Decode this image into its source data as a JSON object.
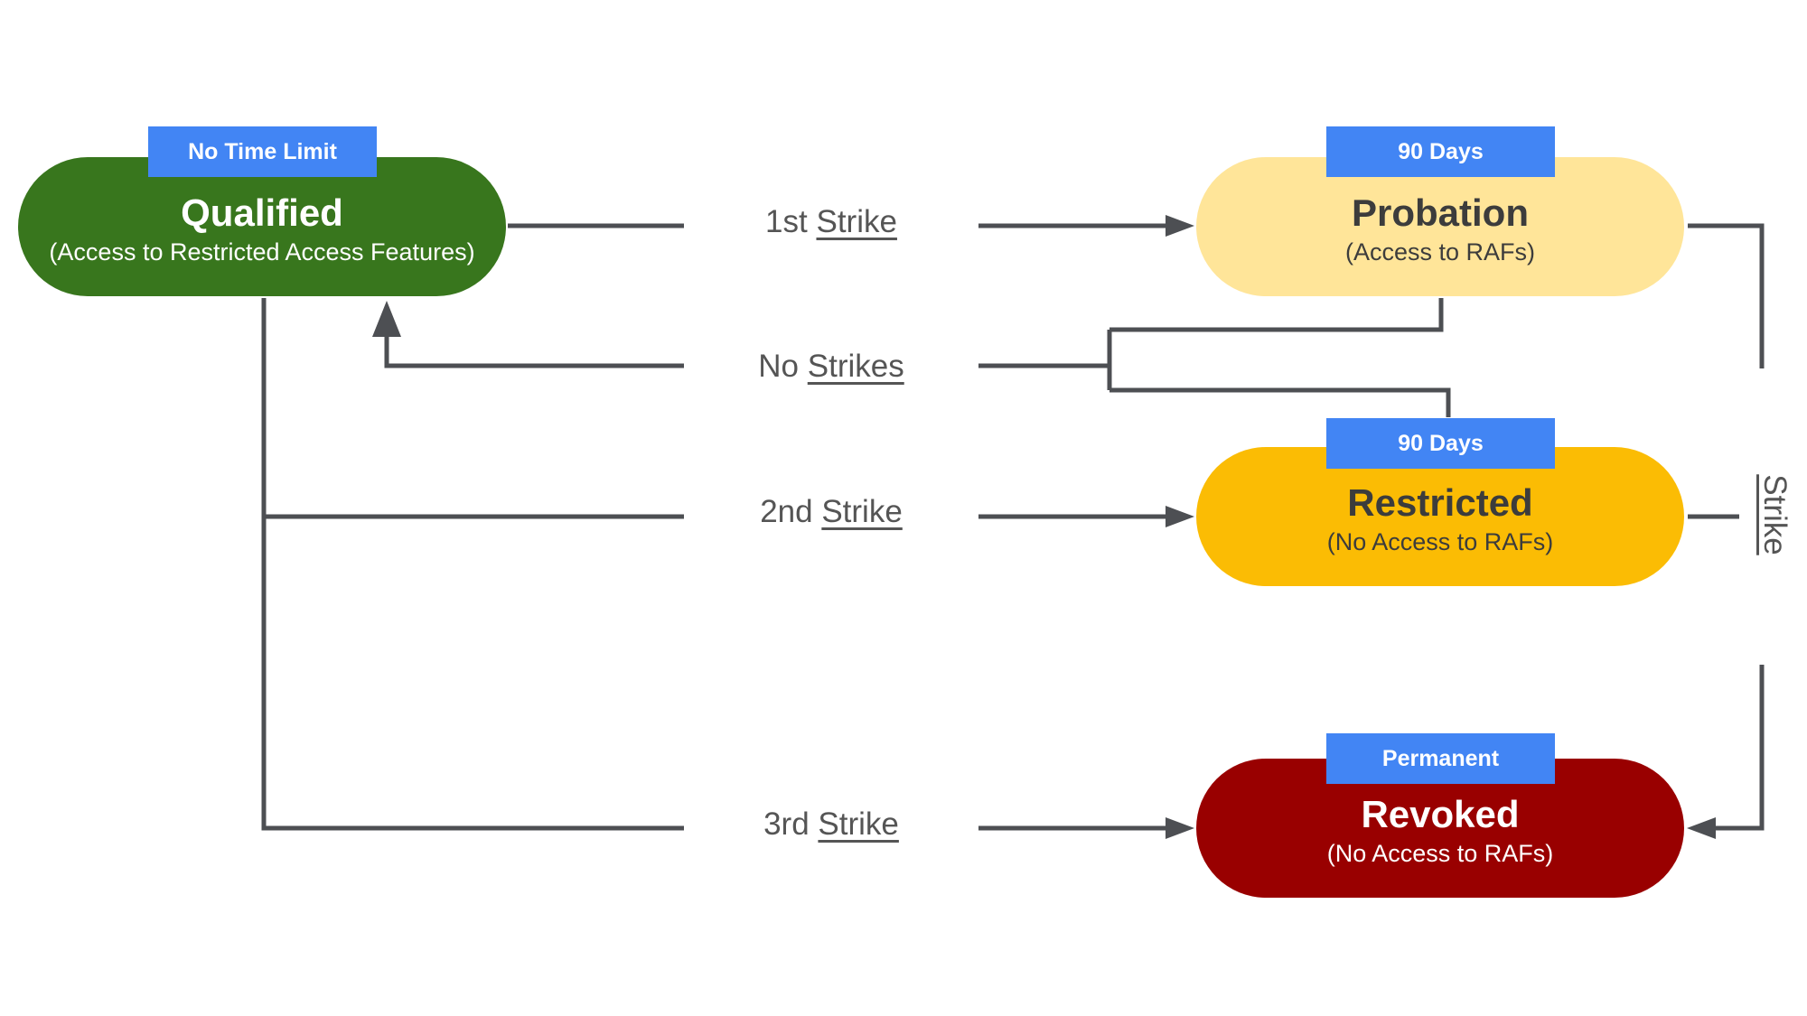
{
  "colors": {
    "tag_blue": "#4285f4",
    "connector": "#4d4f53",
    "qualified_fill": "#38761d",
    "probation_fill": "#ffe599",
    "restricted_fill": "#fbbc04",
    "revoked_fill": "#990000"
  },
  "states": {
    "qualified": {
      "tag": "No Time Limit",
      "title": "Qualified",
      "subtitle": "(Access to Restricted Access Features)"
    },
    "probation": {
      "tag": "90 Days",
      "title": "Probation",
      "subtitle": "(Access to RAFs)"
    },
    "restricted": {
      "tag": "90 Days",
      "title": "Restricted",
      "subtitle": "(No Access to RAFs)"
    },
    "revoked": {
      "tag": "Permanent",
      "title": "Revoked",
      "subtitle": "(No Access to RAFs)"
    }
  },
  "transitions": {
    "first_strike": {
      "prefix": "1st",
      "word": "Strike"
    },
    "no_strikes": {
      "prefix": "No",
      "word": "Strikes"
    },
    "second_strike": {
      "prefix": "2nd",
      "word": "Strike"
    },
    "third_strike": {
      "prefix": "3rd",
      "word": "Strike"
    },
    "side_strike": {
      "word": "Strike"
    }
  }
}
